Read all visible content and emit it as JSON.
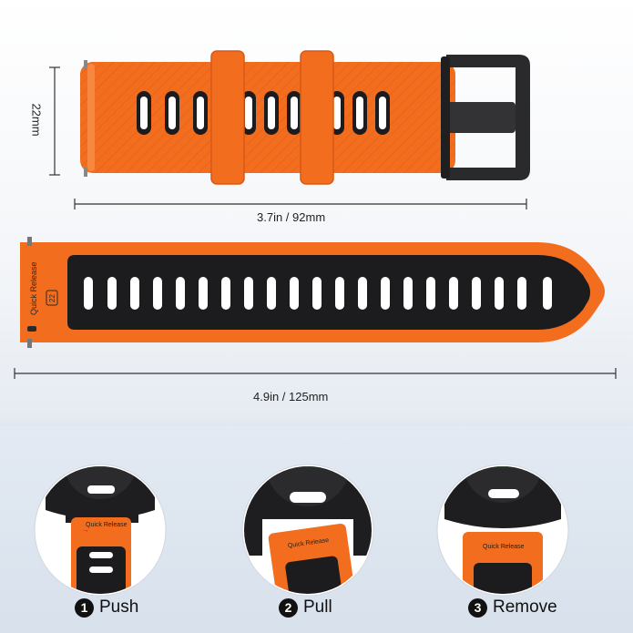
{
  "dimensions": {
    "width_label": "22mm",
    "short_strap_label": "3.7in / 92mm",
    "long_strap_label": "4.9in / 125mm"
  },
  "strap_markings": {
    "quick_release_text": "Quick Release",
    "size_badge": "22"
  },
  "steps": [
    {
      "number": "1",
      "label": "Push"
    },
    {
      "number": "2",
      "label": "Pull"
    },
    {
      "number": "3",
      "label": "Remove"
    }
  ],
  "colors": {
    "strap_orange": "#f36d1f",
    "strap_black": "#1c1c1e",
    "buckle_black": "#2a2a2c",
    "panel_blue": "#dce4ee"
  }
}
